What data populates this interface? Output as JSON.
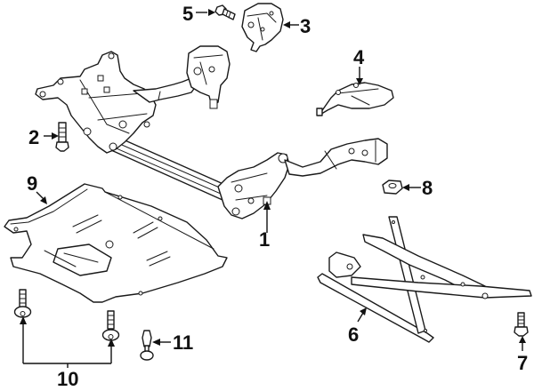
{
  "diagram": {
    "title": "Front Subframe / Suspension Crossmember Assembly",
    "callouts": [
      {
        "number": "1",
        "part": "crossmember"
      },
      {
        "number": "2",
        "part": "bolt"
      },
      {
        "number": "3",
        "part": "mount-bracket"
      },
      {
        "number": "4",
        "part": "heat-shield"
      },
      {
        "number": "5",
        "part": "bolt"
      },
      {
        "number": "6",
        "part": "reinforcement-brace"
      },
      {
        "number": "7",
        "part": "bolt"
      },
      {
        "number": "8",
        "part": "nut"
      },
      {
        "number": "9",
        "part": "splash-shield"
      },
      {
        "number": "10",
        "part": "bolts"
      },
      {
        "number": "11",
        "part": "clip"
      }
    ],
    "colors": {
      "line": "#1a1a1a",
      "background": "#ffffff"
    }
  }
}
